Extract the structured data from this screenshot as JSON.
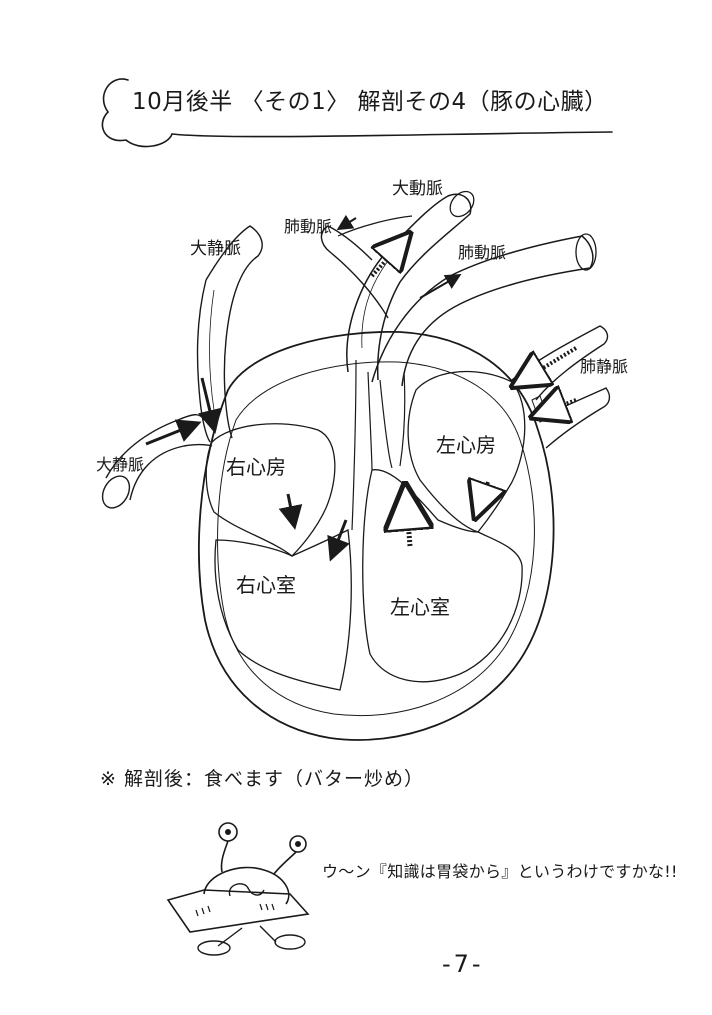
{
  "title": "10月後半 〈その1〉 解剖その4（豚の心臓）",
  "labels": {
    "aorta": "大動脈",
    "pulmonary_artery_left": "肺動脈",
    "pulmonary_artery_right": "肺動脈",
    "vena_cava_upper": "大静脈",
    "vena_cava_lower": "大静脈",
    "pulmonary_vein": "肺静脈",
    "right_atrium": "右心房",
    "left_atrium": "左心房",
    "right_ventricle": "右心室",
    "left_ventricle": "左心室"
  },
  "note": "※ 解剖後：食べます（バター炒め）",
  "speech": "ウ〜ン『知識は胃袋から』というわけですかな!!",
  "page_number": "-7-"
}
